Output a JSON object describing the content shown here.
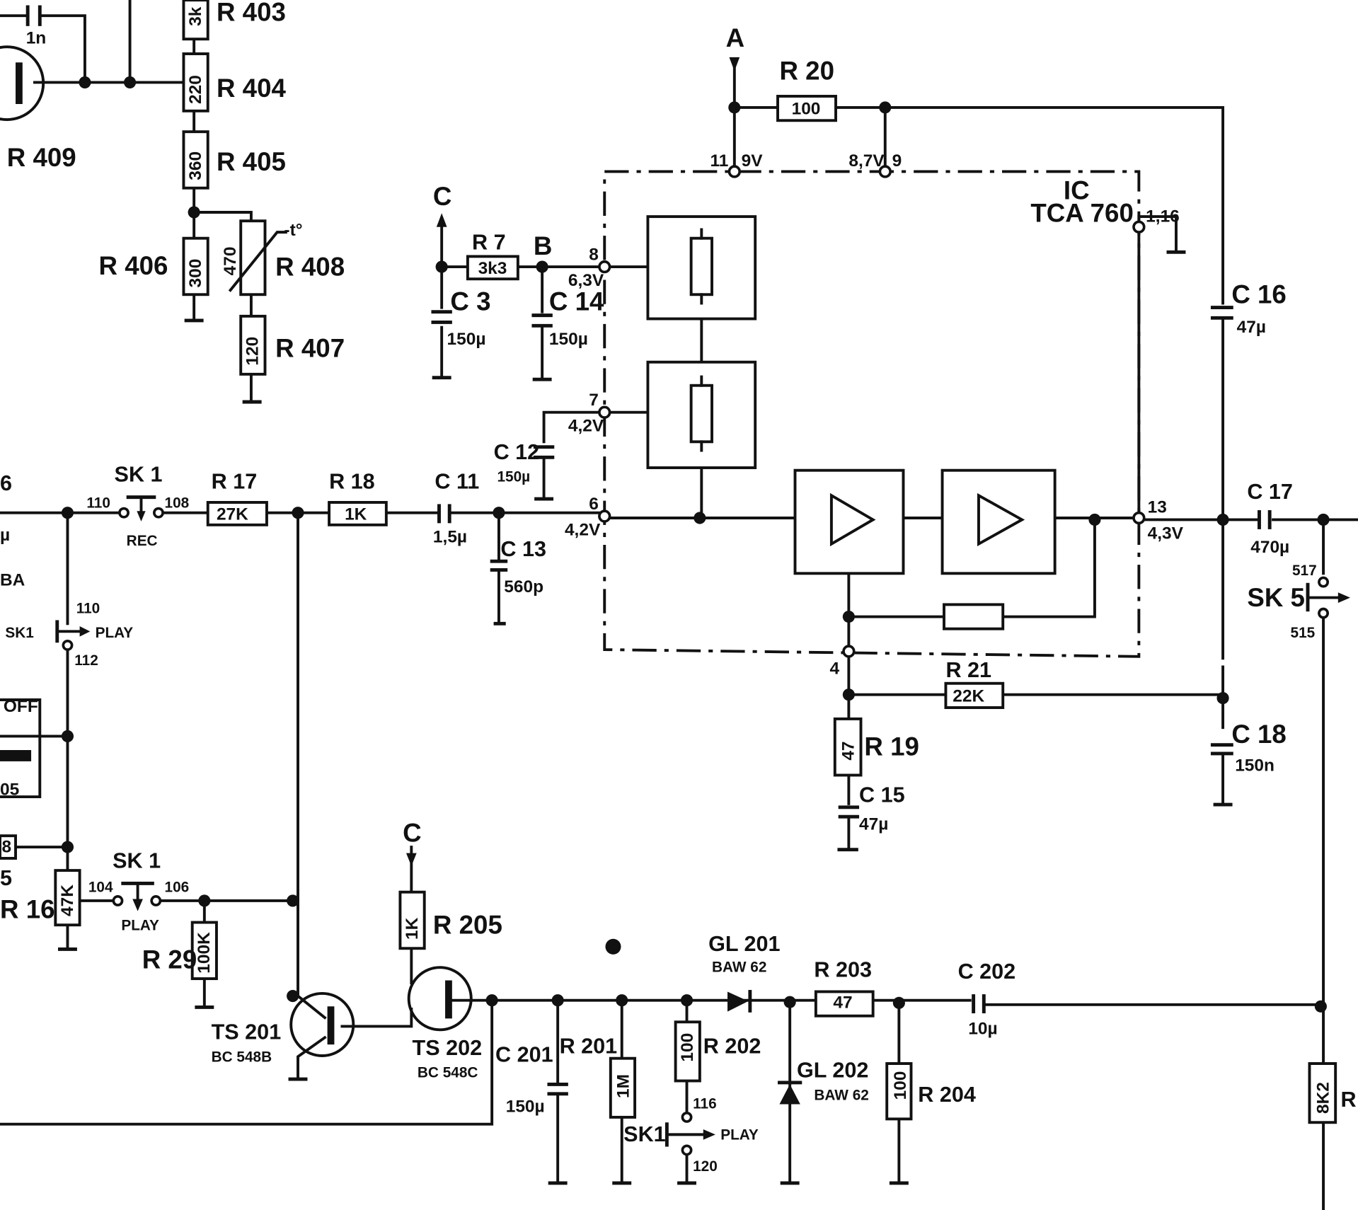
{
  "ic": {
    "designator": "IC",
    "type": "TCA 760"
  },
  "nodes": {
    "a": "A",
    "b": "B",
    "c": "C"
  },
  "pins": {
    "p11": "11",
    "p9": "9",
    "p8": "8",
    "p7": "7",
    "p6": "6",
    "p13": "13",
    "p4": "4",
    "p1_16": "1,16"
  },
  "voltages": {
    "v9": "9V",
    "v8_7": "8,7V",
    "v6_3": "6,3V",
    "v4_2a": "4,2V",
    "v4_2b": "4,2V",
    "v4_3": "4,3V"
  },
  "resistors": {
    "r403": {
      "ref": "R 403",
      "val": "3k"
    },
    "r404": {
      "ref": "R 404",
      "val": "220"
    },
    "r405": {
      "ref": "R 405",
      "val": "360"
    },
    "r406": {
      "ref": "R 406",
      "val": "300"
    },
    "r407": {
      "ref": "R 407",
      "val": "120"
    },
    "r408": {
      "ref": "R 408",
      "val": "470",
      "tc": "-t°"
    },
    "r409": {
      "ref": "R 409"
    },
    "r7": {
      "ref": "R 7",
      "val": "3k3"
    },
    "r17": {
      "ref": "R 17",
      "val": "27K"
    },
    "r18": {
      "ref": "R 18",
      "val": "1K"
    },
    "r20": {
      "ref": "R 20",
      "val": "100"
    },
    "r21": {
      "ref": "R 21",
      "val": "22K"
    },
    "r19": {
      "ref": "R 19",
      "val": "47"
    },
    "r16": {
      "ref": "R 16",
      "val": "47K"
    },
    "r29": {
      "ref": "R 29",
      "val": "100K"
    },
    "r205": {
      "ref": "R 205",
      "val": "1K"
    },
    "r201": {
      "ref": "R 201",
      "val": "1M"
    },
    "r202": {
      "ref": "R 202",
      "val": "100"
    },
    "r203": {
      "ref": "R 203",
      "val": "47"
    },
    "r204": {
      "ref": "R 204",
      "val": "100"
    },
    "r_edge": {
      "ref": "R",
      "val": "8K2"
    }
  },
  "capacitors": {
    "c_top": {
      "val": "1n"
    },
    "c3": {
      "ref": "C 3",
      "val": "150µ"
    },
    "c14": {
      "ref": "C 14",
      "val": "150µ"
    },
    "c12": {
      "ref": "C 12",
      "val": "150µ"
    },
    "c11": {
      "ref": "C 11",
      "val": "1,5µ"
    },
    "c13": {
      "ref": "C 13",
      "val": "560p"
    },
    "c16": {
      "ref": "C 16",
      "val": "47µ"
    },
    "c17": {
      "ref": "C 17",
      "val": "470µ"
    },
    "c18": {
      "ref": "C 18",
      "val": "150n"
    },
    "c15": {
      "ref": "C 15",
      "val": "47µ"
    },
    "c201": {
      "ref": "C 201",
      "val": "150µ"
    },
    "c202": {
      "ref": "C 202",
      "val": "10µ"
    }
  },
  "transistors": {
    "ts201": {
      "ref": "TS 201",
      "type": "BC 548B"
    },
    "ts202": {
      "ref": "TS 202",
      "type": "BC 548C"
    }
  },
  "diodes": {
    "gl201": {
      "ref": "GL 201",
      "type": "BAW 62"
    },
    "gl202": {
      "ref": "GL 202",
      "type": "BAW 62"
    }
  },
  "switches": {
    "sk1_rec": {
      "ref": "SK 1",
      "mode": "REC",
      "pin_a": "110",
      "pin_b": "108"
    },
    "sk1_play_left": {
      "ref": "SK1",
      "mode": "PLAY",
      "pin_a": "110",
      "pin_b": "112"
    },
    "sk1_play_mid": {
      "ref": "SK 1",
      "mode": "PLAY",
      "pin_a": "104",
      "pin_b": "106"
    },
    "sk1_play_bottom": {
      "ref": "SK1",
      "mode": "PLAY",
      "pin_a": "116",
      "pin_b": "120"
    },
    "sk5": {
      "ref": "SK 5",
      "pin_a": "517",
      "pin_b": "515"
    }
  },
  "left_edge": {
    "off": "OFF",
    "frag_6": "6",
    "frag_u": "µ",
    "frag_ba": "BA",
    "frag_05": "05",
    "frag_8": "8",
    "frag_5": "5"
  }
}
